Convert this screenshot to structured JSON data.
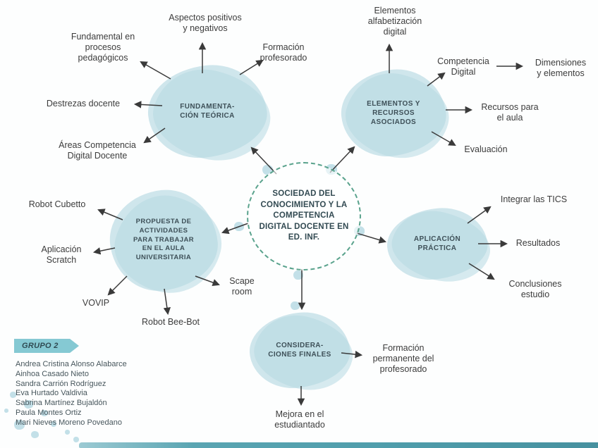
{
  "center": {
    "title": "SOCIEDAD DEL\nCONOCIMIENTO Y LA\nCOMPETENCIA\nDIGITAL DOCENTE EN\nED. INF."
  },
  "branches": {
    "fundamentacion": {
      "label": "FUNDAMENTA-\nCIÓN TEÓRICA"
    },
    "elementos": {
      "label": "ELEMENTOS Y\nRECURSOS\nASOCIADOS"
    },
    "propuesta": {
      "label": "PROPUESTA DE\nACTIVIDADES\nPARA TRABAJAR\nEN EL AULA\nUNIVERSITARIA"
    },
    "aplicacion": {
      "label": "APLICACIÓN\nPRÁCTICA"
    },
    "consideraciones": {
      "label": "CONSIDERA-\nCIONES FINALES"
    }
  },
  "nodes": {
    "aspectos": "Aspectos positivos\ny negativos",
    "fundamental": "Fundamental en\nprocesos\npedagógicos",
    "formacion_profesorado": "Formación\nprofesorado",
    "destrezas": "Destrezas docente",
    "areas": "Áreas Competencia\nDigital Docente",
    "elementos_alfabetizacion": "Elementos\nalfabetización\ndigital",
    "competencia_digital": "Competencia\nDigital",
    "dimensiones": "Dimensiones\ny elementos",
    "recursos_aula": "Recursos para\nel aula",
    "evaluacion": "Evaluación",
    "robot_cubetto": "Robot Cubetto",
    "aplicacion_scratch": "Aplicación\nScratch",
    "vovip": "VOVIP",
    "robot_beebot": "Robot Bee-Bot",
    "scape_room": "Scape\nroom",
    "integrar_tics": "Integrar las TICS",
    "resultados": "Resultados",
    "conclusiones_estudio": "Conclusiones\nestudio",
    "formacion_permanente": "Formación\npermanente del\nprofesorado",
    "mejora_estudiantado": "Mejora en el\nestudiantado"
  },
  "group": {
    "badge": "GRUPO 2",
    "members": [
      "Andrea Cristina Alonso Alabarce",
      "Ainhoa Casado Nieto",
      "Sandra Carrión Rodríguez",
      "Eva Hurtado Valdivia",
      "Sabrina Martínez Bujaldón",
      "Paula Montes Ortiz",
      "Mari Nieves Moreno Povedano"
    ]
  },
  "colors": {
    "blob_fill": "#cfe6ec",
    "blob_shadow": "#b7d9e2",
    "dashed_border": "#5aa38d",
    "arrow": "#3a3a3a",
    "ribbon": "#85c9d3",
    "bottom_strip": "#4f9dab",
    "text_dark": "#3c3c3c"
  }
}
